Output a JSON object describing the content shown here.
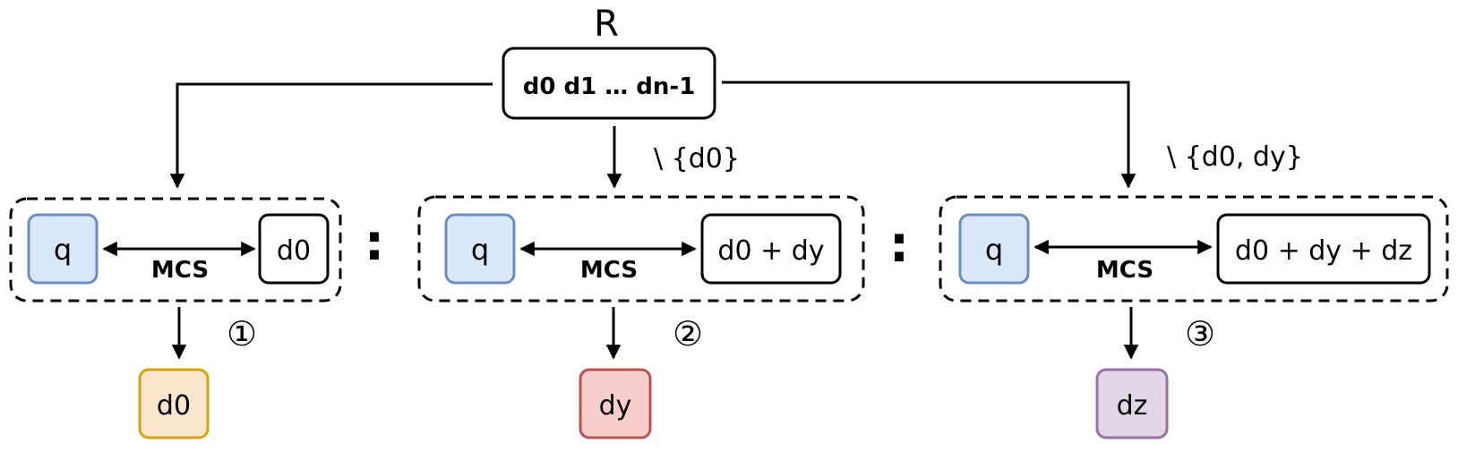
{
  "root": {
    "title": "R",
    "label": "d0 d1 … dn-1"
  },
  "stages": [
    {
      "query": "q",
      "relation": "MCS",
      "candidate": "d0",
      "excluded": "",
      "step": "①",
      "result": "d0",
      "result_color": "#fce5cd",
      "result_border": "#d4a20f"
    },
    {
      "query": "q",
      "relation": "MCS",
      "candidate": "d0 + dy",
      "excluded": "\\ {d0}",
      "step": "②",
      "result": "dy",
      "result_color": "#f8cecc",
      "result_border": "#b85450"
    },
    {
      "query": "q",
      "relation": "MCS",
      "candidate": "d0 + dy + dz",
      "excluded": "\\ {d0, dy}",
      "step": "③",
      "result": "dz",
      "result_color": "#e1d5e7",
      "result_border": "#9673a6"
    }
  ],
  "separators": [
    ":",
    ":"
  ],
  "colors": {
    "query_fill": "#dae8fc",
    "query_border": "#6c8ebf"
  }
}
